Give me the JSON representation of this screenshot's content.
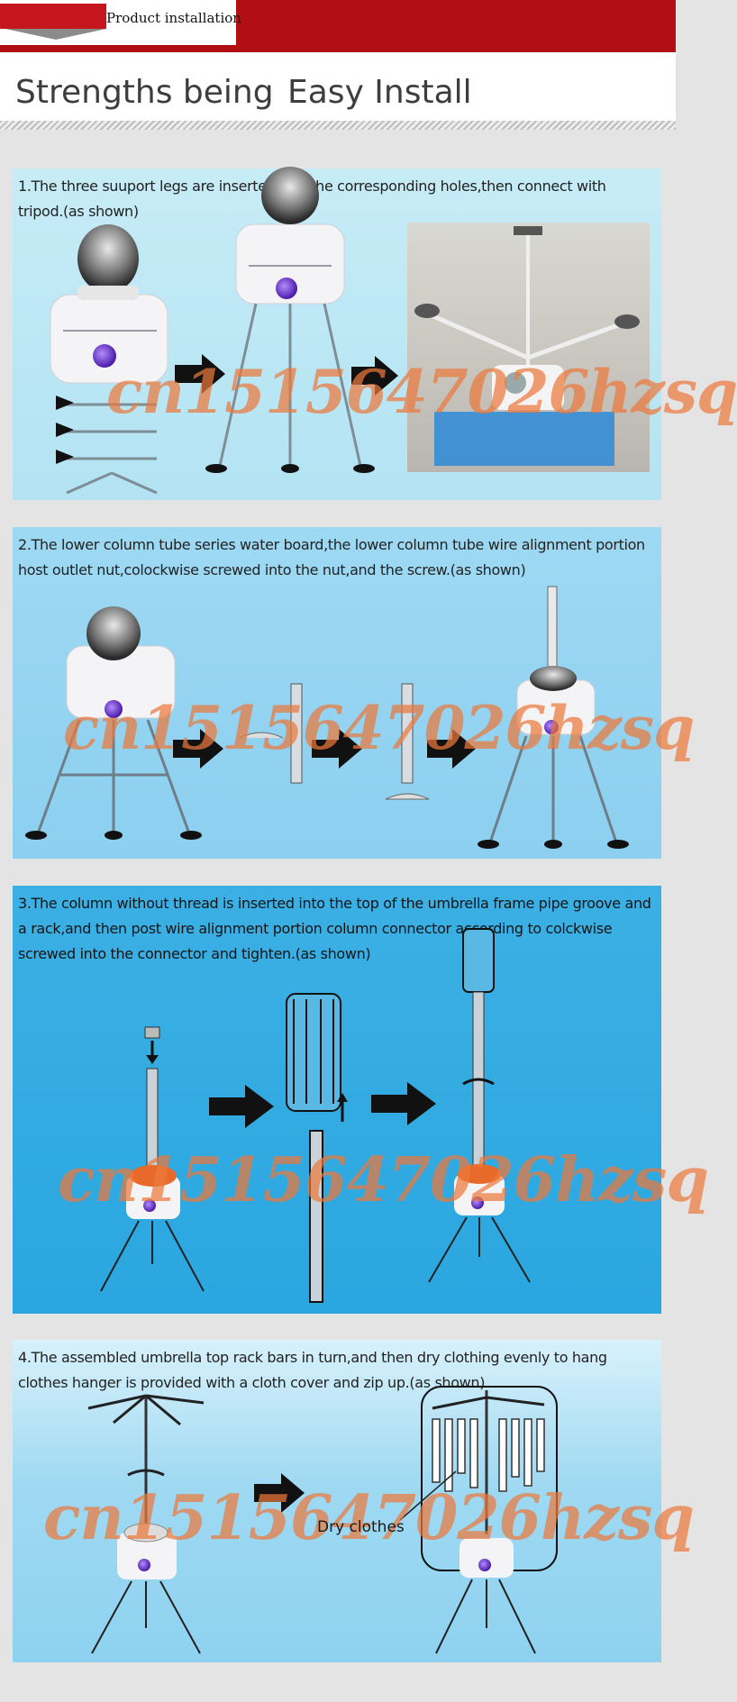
{
  "header": {
    "tag_label": "Product  installation",
    "title_left": "Strengths being",
    "title_right": "Easy Install"
  },
  "steps": [
    {
      "text": "1.The three suuport legs are inserted into the corresponding holes,then connect with tripod.(as shown)"
    },
    {
      "text": "2.The lower column tube series water board,the lower column tube wire alignment portion host outlet nut,colockwise screwed into the nut,and the screw.(as shown)"
    },
    {
      "text": "3.The column without thread is inserted into the top of the umbrella frame pipe groove and a rack,and then post wire alignment portion column connector according to colckwise screwed into the connector and tighten.(as shown)"
    },
    {
      "text": "4.The assembled umbrella top rack bars in turn,and then dry clothing evenly to hang clothes hanger is provided with a cloth cover and zip up.(as shown)"
    }
  ],
  "watermark": "cn1515647026hzsq",
  "labels": {
    "dry_clothes": "Dry clothes"
  },
  "colors": {
    "header_red": "#b10f13",
    "panel3_blue": "#2aa6e0",
    "watermark": "#eb783c",
    "knob_purple": "#6a2bd0"
  }
}
